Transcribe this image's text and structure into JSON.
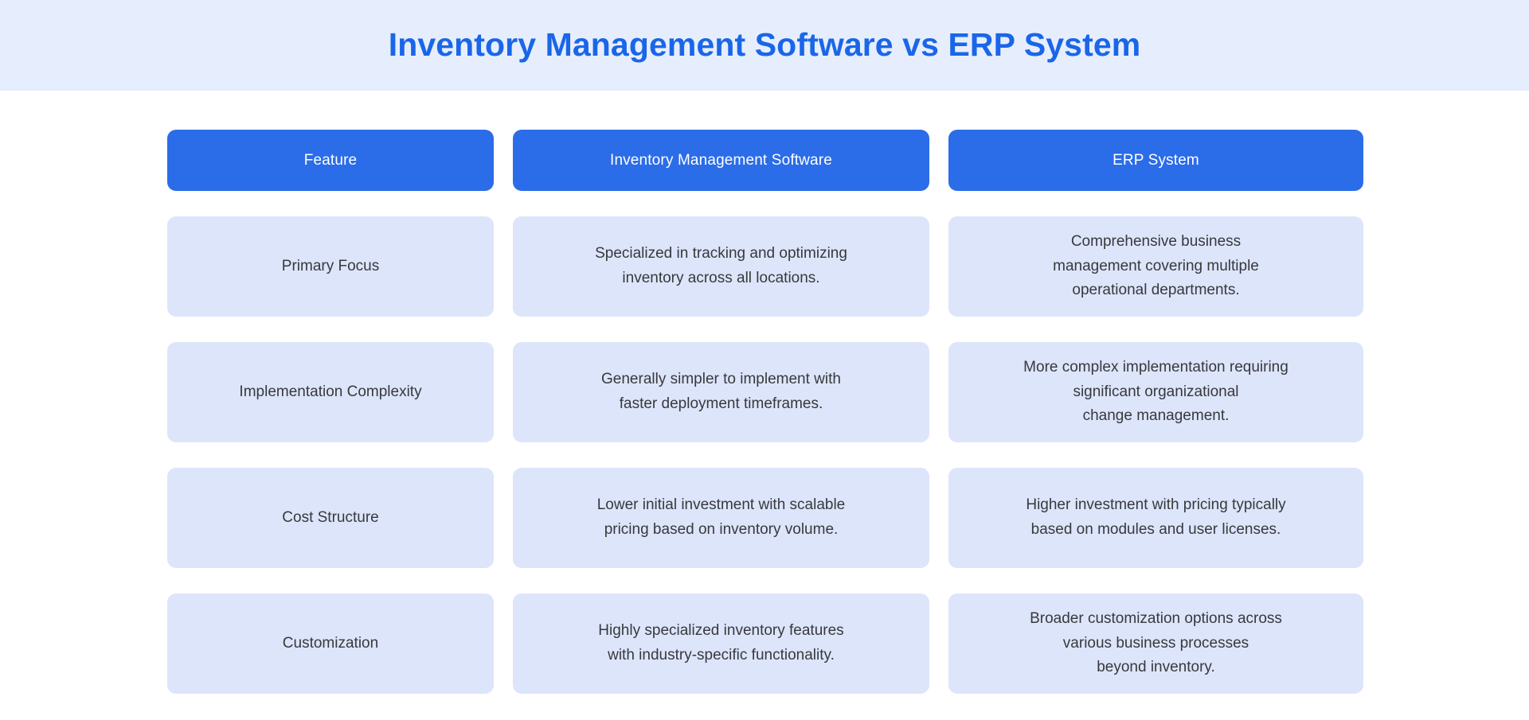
{
  "header": {
    "title": "Inventory Management Software vs ERP System",
    "banner_color": "#e6eefd",
    "title_color": "#1a66e8"
  },
  "theme": {
    "header_cell_bg": "#2b6ce8",
    "header_cell_text": "#ffffff",
    "body_cell_bg": "#dde5fb",
    "body_cell_text": "#37393c",
    "page_bg": "#ffffff"
  },
  "table": {
    "columns": [
      {
        "label": "Feature"
      },
      {
        "label": "Inventory Management Software"
      },
      {
        "label": "ERP System"
      }
    ],
    "rows": [
      {
        "feature": "Primary Focus",
        "inventory": "Specialized in tracking and optimizing\ninventory across all locations.",
        "erp": "Comprehensive business\nmanagement covering multiple\noperational departments."
      },
      {
        "feature": "Implementation Complexity",
        "inventory": "Generally simpler to implement with\nfaster deployment timeframes.",
        "erp": "More complex implementation requiring\nsignificant organizational\nchange management."
      },
      {
        "feature": "Cost Structure",
        "inventory": "Lower initial investment with scalable\npricing based on inventory volume.",
        "erp": "Higher investment with pricing typically\nbased on modules and user licenses."
      },
      {
        "feature": "Customization",
        "inventory": "Highly specialized inventory features\nwith industry-specific functionality.",
        "erp": "Broader customization options across\nvarious business processes\nbeyond inventory."
      }
    ]
  }
}
